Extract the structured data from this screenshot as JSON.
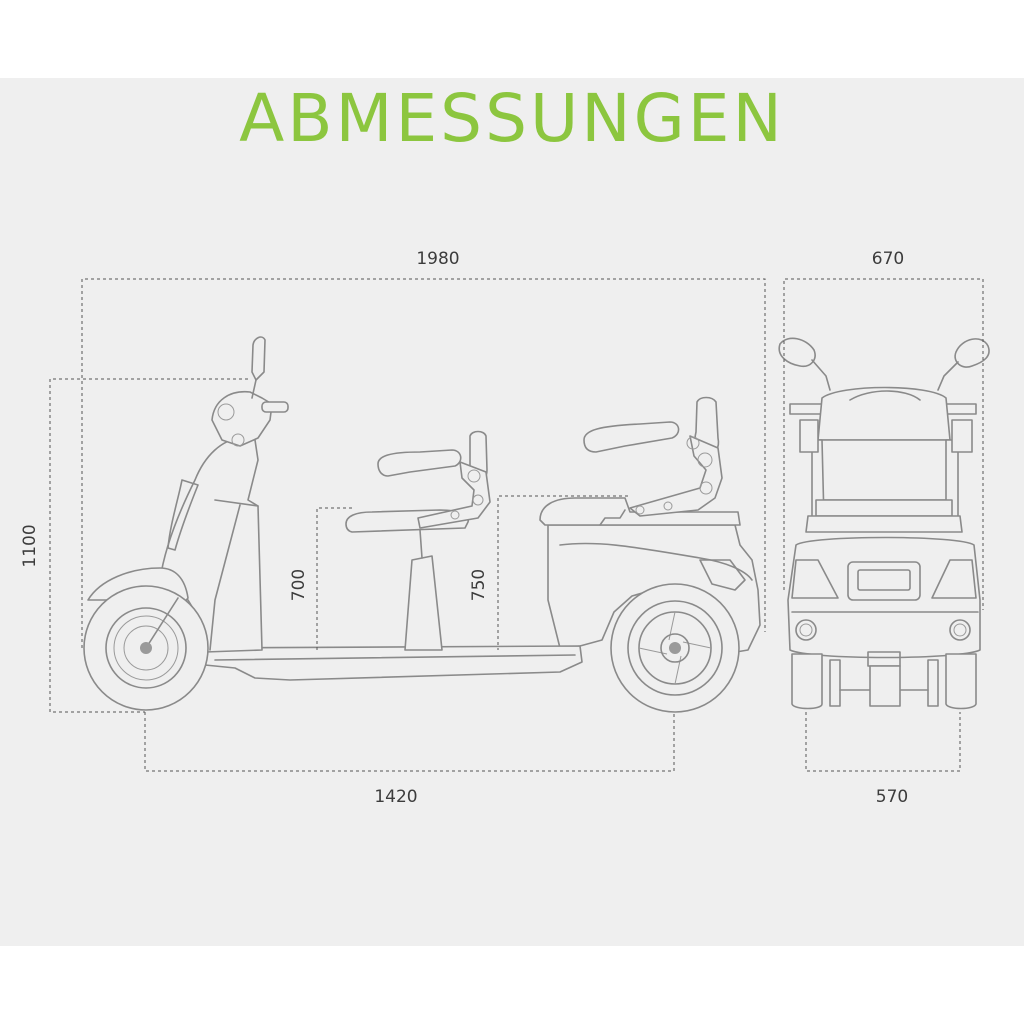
{
  "title": "ABMESSUNGEN",
  "dimensions": {
    "total_length": "1980",
    "total_width": "670",
    "total_height": "1100",
    "front_seat_height": "700",
    "rear_seat_height": "750",
    "wheelbase": "1420",
    "track_width": "570"
  },
  "colors": {
    "title": "#8cc63f",
    "background": "#efefef",
    "drawing_line": "#8a8a8a",
    "dimension_line": "#555555"
  }
}
